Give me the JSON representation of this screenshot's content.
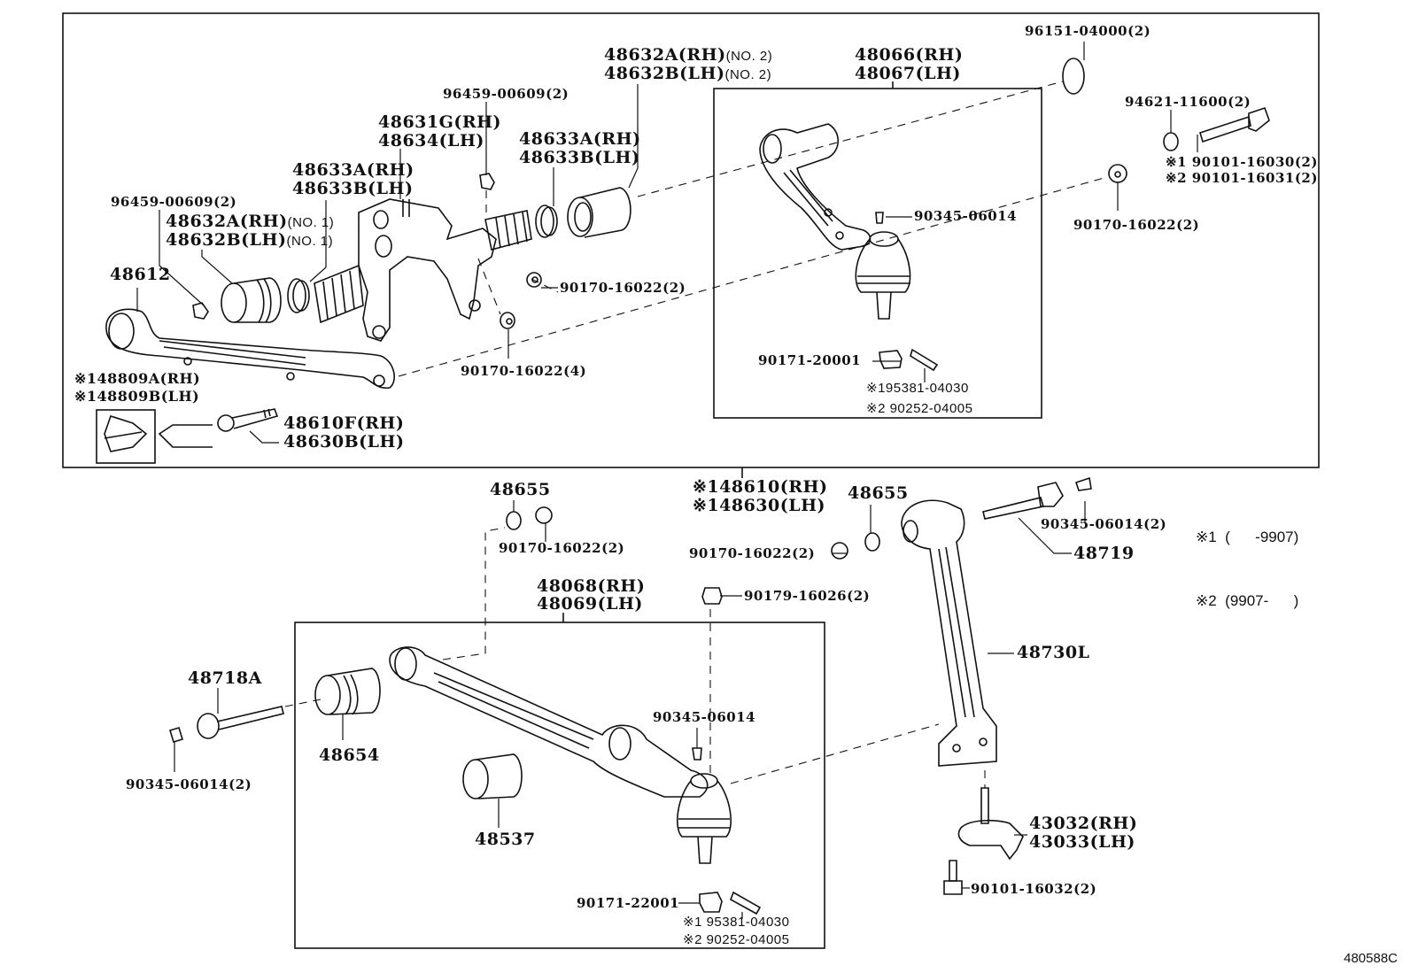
{
  "diagram": {
    "title": "Front suspension arm parts diagram",
    "figure_id": "480588C",
    "legend": [
      {
        "mark": "※1",
        "range": "(      -9907)"
      },
      {
        "mark": "※2",
        "range": "(9907-      )"
      }
    ],
    "upper_group": {
      "labels": {
        "p96459_left": "96459-00609(2)",
        "p48632_no1_rh": "48632A(RH)",
        "p48632_no1_rh_sub": "(NO. 1)",
        "p48632_no1_lh": "48632B(LH)",
        "p48632_no1_lh_sub": "(NO. 1)",
        "p48633_left_rh": "48633A(RH)",
        "p48633_left_lh": "48633B(LH)",
        "p48631g_rh": "48631G(RH)",
        "p48634_lh": "48634(LH)",
        "p96459_mid": "96459-00609(2)",
        "p48633_right_rh": "48633A(RH)",
        "p48633_right_lh": "48633B(LH)",
        "p48632_no2_rh": "48632A(RH)",
        "p48632_no2_rh_sub": "(NO. 2)",
        "p48632_no2_lh": "48632B(LH)",
        "p48632_no2_lh_sub": "(NO. 2)",
        "p48612": "48612",
        "p90170_nut_2": "90170-16022(2)",
        "p90170_nut_4": "90170-16022(4)",
        "p48809_rh": "※148809A(RH)",
        "p48809_lh": "※148809B(LH)",
        "p48610f_rh": "48610F(RH)",
        "p48630b_lh": "48630B(LH)",
        "p48066_rh": "48066(RH)",
        "p48067_lh": "48067(LH)",
        "p90345_upper": "90345-06014",
        "p90171_20001": "90171-20001",
        "p95381_upper": "※195381-04030",
        "p90252_upper": "※2 90252-04005",
        "p96151": "96151-04000(2)",
        "p94621": "94621-11600(2)",
        "p90101_16030": "※1 90101-16030(2)",
        "p90101_16031": "※2 90101-16031(2)",
        "p90170_right": "90170-16022(2)"
      }
    },
    "lower_group": {
      "labels": {
        "p48610_rh": "※148610(RH)",
        "p48630_lh": "※148630(LH)",
        "p48655_left": "48655",
        "p90170_left": "90170-16022(2)",
        "p48655_right": "48655",
        "p90170_mid": "90170-16022(2)",
        "p48068_rh": "48068(RH)",
        "p48069_lh": "48069(LH)",
        "p90179": "90179-16026(2)",
        "p48718a": "48718A",
        "p90345_left": "90345-06014(2)",
        "p48654": "48654",
        "p90345_lower": "90345-06014",
        "p48537": "48537",
        "p90171_22001": "90171-22001",
        "p95381_lower": "※1 95381-04030",
        "p90252_lower": "※2 90252-04005",
        "p90345_right": "90345-06014(2)",
        "p48719": "48719",
        "p48730l": "48730L",
        "p43032_rh": "43032(RH)",
        "p43033_lh": "43033(LH)",
        "p90101_16032": "90101-16032(2)"
      }
    }
  }
}
